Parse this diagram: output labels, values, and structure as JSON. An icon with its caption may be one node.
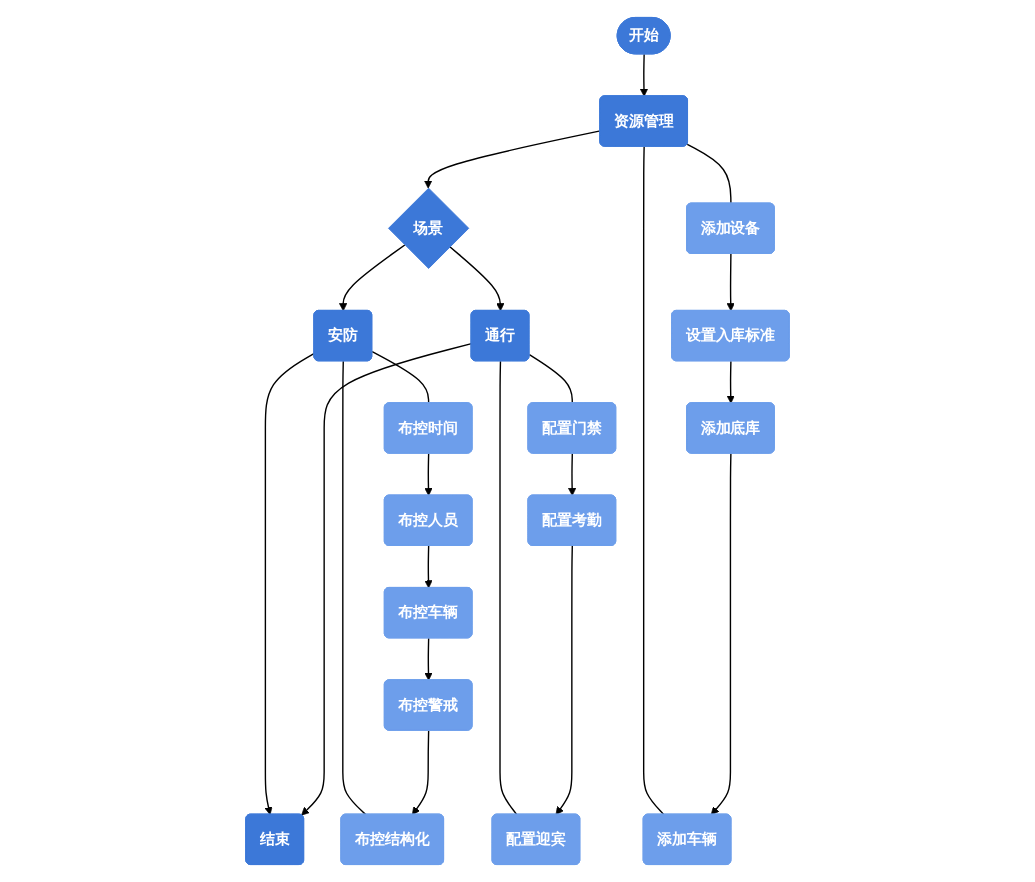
{
  "diagram": {
    "nodes": [
      {
        "text": [
          "开始"
        ]
      },
      {
        "text": [
          "资源管理"
        ]
      },
      {
        "text": [
          "场景"
        ]
      },
      {
        "text": [
          "安防"
        ]
      },
      {
        "text": [
          "通行"
        ]
      },
      {
        "text": [
          "结束"
        ]
      },
      {
        "text": [
          "添加设备"
        ]
      },
      {
        "text": [
          "设置入库标准"
        ]
      },
      {
        "text": [
          "添加底库"
        ]
      },
      {
        "text": [
          "添加车辆"
        ]
      },
      {
        "text": [
          "布控时间"
        ]
      },
      {
        "text": [
          "布控人员"
        ]
      },
      {
        "text": [
          "布控车辆"
        ]
      },
      {
        "text": [
          "布控警戒"
        ]
      },
      {
        "text": [
          "布控结构化"
        ]
      },
      {
        "text": [
          "配置门禁"
        ]
      },
      {
        "text": [
          "配置考勤"
        ]
      },
      {
        "text": [
          "配置迎宾"
        ]
      }
    ],
    "edges": [
      {
        "from": 0,
        "to": 1,
        "arrow": "to"
      },
      {
        "from": 1,
        "to": 2,
        "arrow": "to"
      },
      {
        "from": 2,
        "to": 3,
        "arrow": "to"
      },
      {
        "from": 2,
        "to": 4,
        "arrow": "to"
      },
      {
        "from": 3,
        "to": 5,
        "arrow": "to"
      },
      {
        "from": 4,
        "to": 5,
        "arrow": "to"
      },
      {
        "from": 1,
        "to": 6,
        "arrow": "none"
      },
      {
        "from": 1,
        "to": 9,
        "arrow": "none"
      },
      {
        "from": 6,
        "to": 7,
        "arrow": "to"
      },
      {
        "from": 7,
        "to": 8,
        "arrow": "to"
      },
      {
        "from": 8,
        "to": 9,
        "arrow": "to"
      },
      {
        "from": 3,
        "to": 10,
        "arrow": "none"
      },
      {
        "from": 3,
        "to": 14,
        "arrow": "none"
      },
      {
        "from": 10,
        "to": 11,
        "arrow": "to"
      },
      {
        "from": 11,
        "to": 12,
        "arrow": "to"
      },
      {
        "from": 12,
        "to": 13,
        "arrow": "to"
      },
      {
        "from": 13,
        "to": 14,
        "arrow": "to"
      },
      {
        "from": 4,
        "to": 15,
        "arrow": "none"
      },
      {
        "from": 4,
        "to": 17,
        "arrow": "none"
      },
      {
        "from": 15,
        "to": 16,
        "arrow": "to"
      },
      {
        "from": 16,
        "to": 17,
        "arrow": "to"
      }
    ]
  }
}
